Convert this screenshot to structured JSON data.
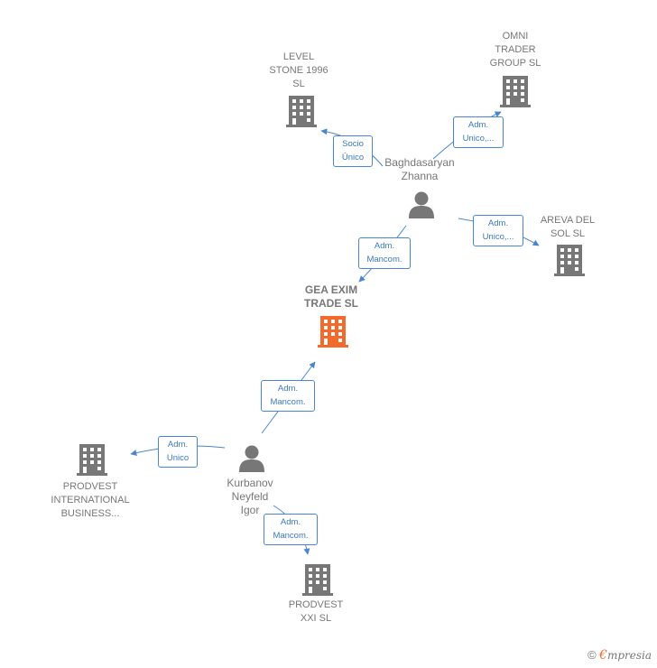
{
  "colors": {
    "accent": "#f26b2d",
    "building": "#777777",
    "edge": "#4a86cf",
    "person": "#777777"
  },
  "nodes": {
    "level_stone": {
      "label": "LEVEL\nSTONE 1996\nSL",
      "icon": "building-icon"
    },
    "omni_trader": {
      "label": "OMNI\nTRADER\nGROUP  SL",
      "icon": "building-icon"
    },
    "baghdasaryan": {
      "label": "Baghdasaryan\nZhanna",
      "icon": "person-icon"
    },
    "areva": {
      "label": "AREVA DEL\nSOL  SL",
      "icon": "building-icon"
    },
    "gea_exim": {
      "label": "GEA EXIM\nTRADE  SL",
      "icon": "building-icon"
    },
    "prodvest_int": {
      "label": "PRODVEST\nINTERNATIONAL\nBUSINESS...",
      "icon": "building-icon"
    },
    "kurbanov": {
      "label": "Kurbanov\nNeyfeld\nIgor",
      "icon": "person-icon"
    },
    "prodvest_xxi": {
      "label": "PRODVEST\nXXI  SL",
      "icon": "building-icon"
    }
  },
  "edges": {
    "socio_unico": "Socio\nÚnico",
    "adm_unico_omni": "Adm.\nUnico,...",
    "adm_unico_areva": "Adm.\nUnico,...",
    "adm_mancom_gea1": "Adm.\nMancom.",
    "adm_mancom_gea2": "Adm.\nMancom.",
    "adm_unico_prodvest": "Adm.\nUnico",
    "adm_mancom_xxi": "Adm.\nMancom."
  },
  "brand": {
    "copyright": "©",
    "e": "€",
    "rest": "mpresia"
  }
}
